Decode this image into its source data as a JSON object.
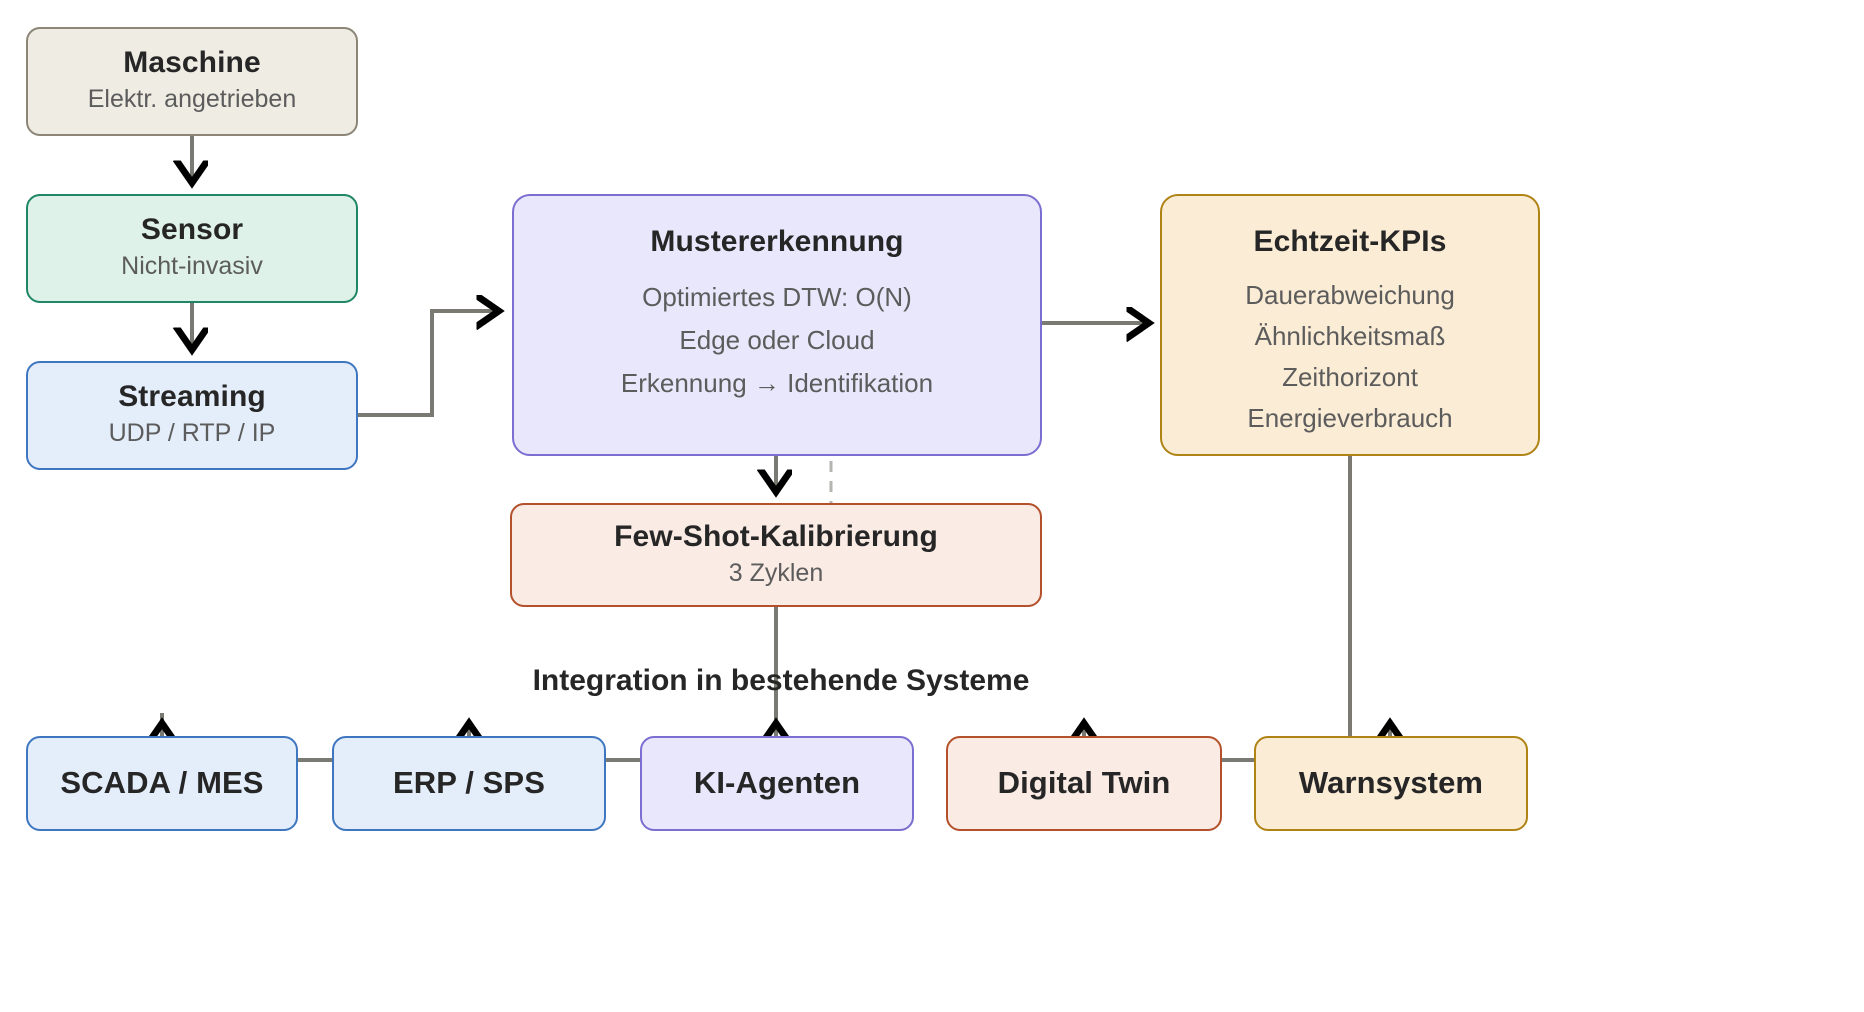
{
  "diagram": {
    "title": "Integration in bestehende Systeme",
    "colors": {
      "edge": "#7a7a72",
      "arrowhead": "#000000",
      "beige_fill": "#efece4",
      "beige_stroke": "#8c8578",
      "green_fill": "#dff2e9",
      "green_stroke": "#1f8765",
      "blue_fill": "#e4eefb",
      "blue_stroke": "#3f76c0",
      "purple_fill": "#e9e7fb",
      "purple_stroke": "#7a6fd0",
      "orange_fill": "#fbecd6",
      "orange_stroke": "#b08315",
      "red_fill": "#faebe5",
      "red_stroke": "#b4512d"
    },
    "nodes": {
      "maschine": {
        "title": "Maschine",
        "sub": "Elektr. angetrieben"
      },
      "sensor": {
        "title": "Sensor",
        "sub": "Nicht-invasiv"
      },
      "streaming": {
        "title": "Streaming",
        "sub": "UDP / RTP / IP"
      },
      "muster": {
        "title": "Mustererkennung",
        "lines": [
          "Optimiertes DTW: O(N)",
          "Edge oder Cloud",
          "Erkennung  →  Identifikation"
        ]
      },
      "kpi": {
        "title": "Echtzeit-KPIs",
        "lines": [
          "Dauerabweichung",
          "Ähnlichkeitsmaß",
          "Zeithorizont",
          "Energieverbrauch"
        ]
      },
      "fewshot": {
        "title": "Few-Shot-Kalibrierung",
        "sub": "3 Zyklen"
      },
      "scada": {
        "title": "SCADA / MES"
      },
      "erp": {
        "title": "ERP / SPS"
      },
      "ki": {
        "title": "KI-Agenten"
      },
      "digitaltwin": {
        "title": "Digital Twin"
      },
      "warnsystem": {
        "title": "Warnsystem"
      }
    },
    "bus_label": "Integration in bestehende Systeme"
  }
}
